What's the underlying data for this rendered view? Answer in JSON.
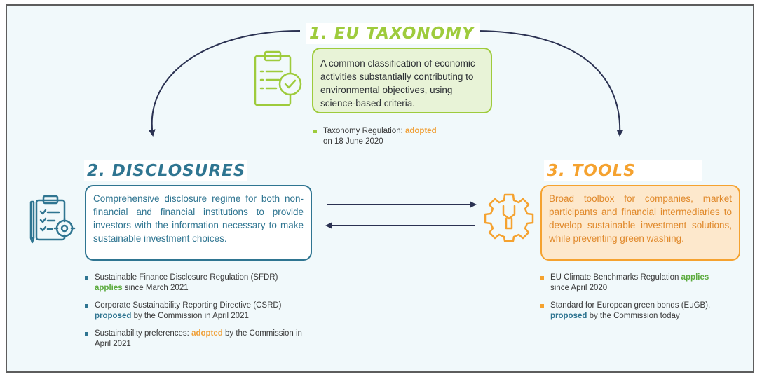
{
  "taxonomy": {
    "title": "1. EU TAXONOMY",
    "description": "A common classification of economic activities substantially contributing to environmental objectives, using science-based criteria.",
    "icon": "clipboard-check-icon",
    "color": "#9ecb3c",
    "bullets": [
      {
        "prefix": "Taxonomy Regulation: ",
        "highlight": "adopted",
        "highlight_style": "orange",
        "suffix": " on 18 June 2020"
      }
    ]
  },
  "disclosures": {
    "title": "2. DISCLOSURES",
    "description": "Comprehensive disclosure regime for both non-financial and financial institutions to provide investors with the information necessary to make sustainable investment choices.",
    "icon": "clipboard-gear-icon",
    "color": "#2f7591",
    "bullets": [
      {
        "prefix": "Sustainable Finance Disclosure Regulation (SFDR) ",
        "highlight": "applies",
        "highlight_style": "green",
        "suffix": " since March 2021"
      },
      {
        "prefix": "Corporate Sustainability Reporting Directive (CSRD) ",
        "highlight": "proposed",
        "highlight_style": "blue",
        "suffix": " by the Commission in April 2021"
      },
      {
        "prefix": "Sustainability preferences: ",
        "highlight": "adopted",
        "highlight_style": "orange",
        "suffix": " by the Commission in April 2021"
      }
    ]
  },
  "tools": {
    "title": "3. TOOLS",
    "description": "Broad toolbox for companies, market participants and financial intermediaries to develop sustainable investment solutions, while preventing green washing.",
    "icon": "wrench-gear-icon",
    "color": "#f5a22f",
    "bullets": [
      {
        "prefix": "EU Climate Benchmarks Regulation ",
        "highlight": "applies",
        "highlight_style": "green",
        "suffix": " since April 2020"
      },
      {
        "prefix": "Standard for European green bonds (EuGB), ",
        "highlight": "proposed",
        "highlight_style": "blue",
        "suffix": " by the Commission today"
      }
    ]
  }
}
